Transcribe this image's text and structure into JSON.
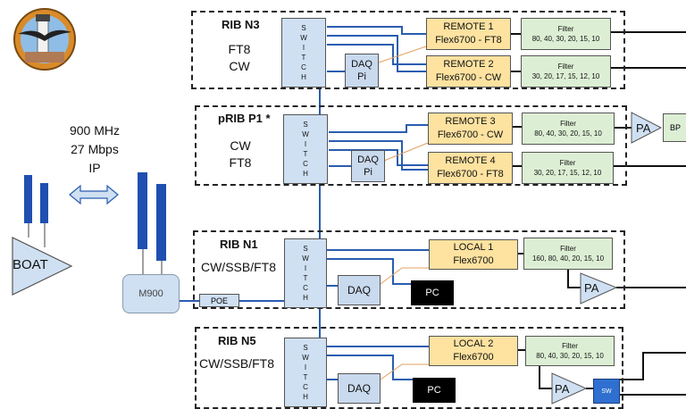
{
  "link": {
    "frequency": "900 MHz",
    "rate": "27 Mbps",
    "protocol": "IP"
  },
  "boat": {
    "label": "BOAT"
  },
  "m900": {
    "label": "M900"
  },
  "poe": {
    "label": "POE"
  },
  "switch_letters": [
    "S",
    "W",
    "I",
    "T",
    "C",
    "H"
  ],
  "ribs": [
    {
      "title": "RIB N3",
      "modes": [
        "FT8",
        "CW"
      ],
      "daq": [
        "DAQ",
        "Pi"
      ],
      "radios": [
        {
          "name": "REMOTE 1",
          "model": "Flex6700 - FT8",
          "filter_title": "Filter",
          "bands": "80, 40, 30, 20, 15, 10"
        },
        {
          "name": "REMOTE 2",
          "model": "Flex6700 - CW",
          "filter_title": "Filter",
          "bands": "30, 20, 17, 15, 12, 10"
        }
      ]
    },
    {
      "title": "pRIB P1 *",
      "modes": [
        "CW",
        "FT8"
      ],
      "daq": [
        "DAQ",
        "Pi"
      ],
      "radios": [
        {
          "name": "REMOTE 3",
          "model": "Flex6700 - CW",
          "filter_title": "Filter",
          "bands": "80, 40, 30, 20, 15, 10"
        },
        {
          "name": "REMOTE 4",
          "model": "Flex6700 - FT8",
          "filter_title": "Filter",
          "bands": "30, 20, 17, 15, 12, 10"
        }
      ],
      "amp": "PA",
      "bp": "BP"
    },
    {
      "title": "RIB N1",
      "modes": [
        "CW/SSB/FT8"
      ],
      "daq": [
        "DAQ"
      ],
      "radios": [
        {
          "name": "LOCAL 1",
          "model": "Flex6700",
          "filter_title": "Filter",
          "bands": "160, 80, 40, 20, 15, 10"
        }
      ],
      "amp": "PA",
      "pc": "PC"
    },
    {
      "title": "RIB N5",
      "modes": [
        "CW/SSB/FT8"
      ],
      "daq": [
        "DAQ"
      ],
      "radios": [
        {
          "name": "LOCAL 2",
          "model": "Flex6700",
          "filter_title": "Filter",
          "bands": "80, 40, 30, 20, 15, 10"
        }
      ],
      "amp": "PA",
      "pc": "PC",
      "sw": "SW"
    }
  ],
  "colors": {
    "switch": "#cfe0f2",
    "radio": "#fde2a0",
    "filter": "#dcefd4",
    "antenna": "#1f4fb0",
    "link": "#2a5db0",
    "rf_line": "#e3a062"
  }
}
